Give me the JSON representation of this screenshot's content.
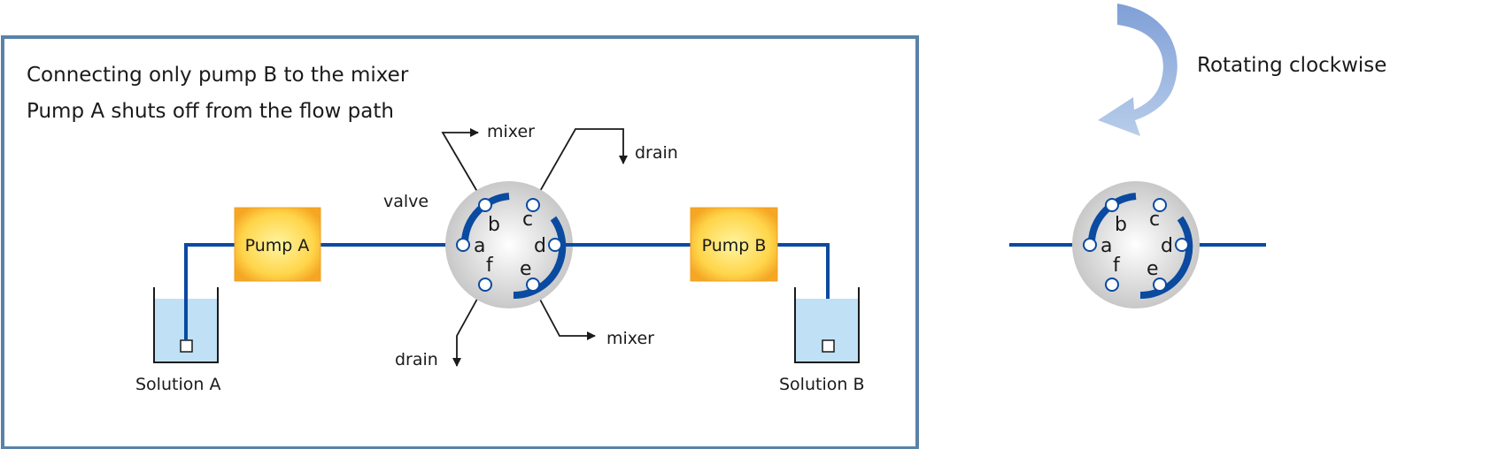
{
  "left_panel": {
    "title_line1": "Connecting only pump B to the mixer",
    "title_line2": "Pump A shuts off from the flow path",
    "valve_label": "valve",
    "pump_a_label": "Pump A",
    "pump_b_label": "Pump B",
    "solution_a_label": "Solution A",
    "solution_b_label": "Solution B",
    "outlets": {
      "b_to": "mixer",
      "c_to": "drain",
      "e_to": "mixer",
      "f_to": "drain"
    },
    "ports": [
      "a",
      "b",
      "c",
      "d",
      "e",
      "f"
    ]
  },
  "right_panel": {
    "rotation_label": "Rotating clockwise",
    "ports": [
      "a",
      "b",
      "c",
      "d",
      "e",
      "f"
    ]
  },
  "colors": {
    "frame_border": "#5a82a8",
    "tubing": "#0a4aa0",
    "pump_fill": "#ffd54a",
    "pump_edge": "#f0a020",
    "liquid": "#bfe0f5",
    "valve_body": "#d6d6d6",
    "rotation_arrow": "#9fb8e0"
  }
}
